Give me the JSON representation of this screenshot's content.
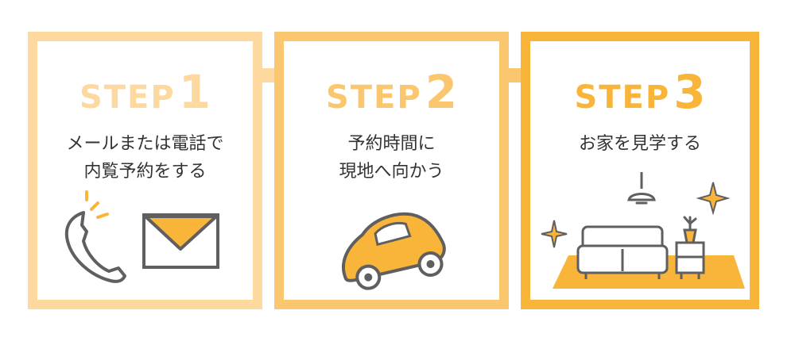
{
  "colors": {
    "step1": "#fdd9a0",
    "step2": "#fbc76e",
    "step3": "#f9b43a",
    "icon_stroke": "#5f5f5f",
    "accent_fill": "#f9b43a"
  },
  "steps": [
    {
      "word": "STEP",
      "number": "1",
      "description": "メールまたは電話で\n内覧予約をする",
      "icons": [
        "phone-icon",
        "envelope-icon"
      ]
    },
    {
      "word": "STEP",
      "number": "2",
      "description": "予約時間に\n現地へ向かう",
      "icons": [
        "car-icon"
      ]
    },
    {
      "word": "STEP",
      "number": "3",
      "description": "お家を見学する",
      "icons": [
        "sofa-icon",
        "lamp-icon",
        "side-table-icon",
        "plant-icon",
        "sparkle-icon",
        "rug-icon"
      ]
    }
  ]
}
